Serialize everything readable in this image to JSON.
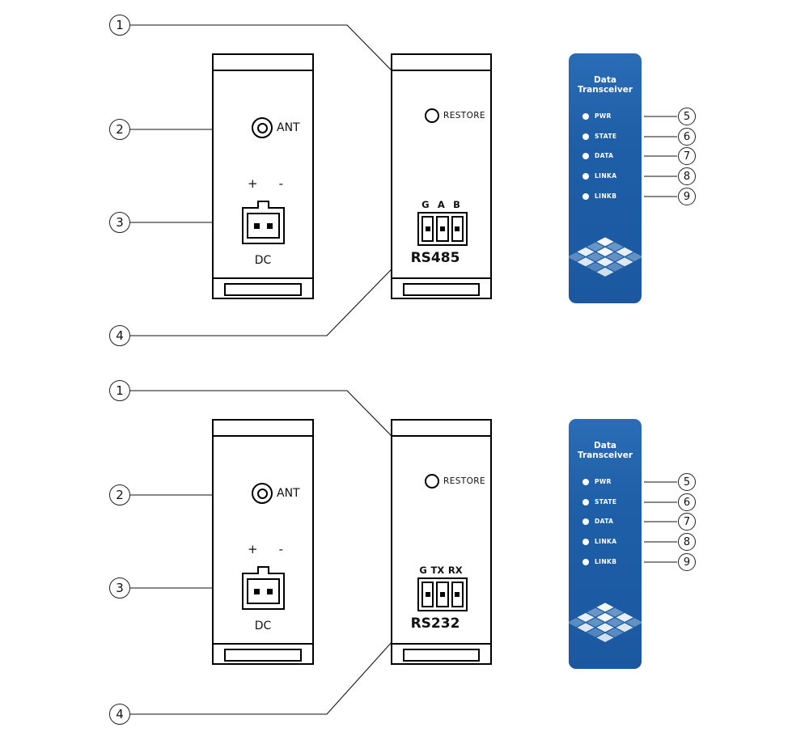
{
  "colors": {
    "panel_blue": "#1e5fa8",
    "line": "#111111",
    "led": "#ffffff"
  },
  "sections": [
    {
      "callouts_left": [
        "1",
        "2",
        "3",
        "4"
      ],
      "callouts_right": [
        "5",
        "6",
        "7",
        "8",
        "9"
      ],
      "left_device": {
        "ant": "ANT",
        "plus": "+",
        "minus": "-",
        "dc": "DC"
      },
      "middle_device": {
        "restore": "RESTORE",
        "terminals": [
          "G",
          "A",
          "B"
        ],
        "port": "RS485"
      },
      "panel": {
        "title": "Data Transceiver",
        "leds": [
          "PWR",
          "STATE",
          "DATA",
          "LINKA",
          "LINKB"
        ]
      }
    },
    {
      "callouts_left": [
        "1",
        "2",
        "3",
        "4"
      ],
      "callouts_right": [
        "5",
        "6",
        "7",
        "8",
        "9"
      ],
      "left_device": {
        "ant": "ANT",
        "plus": "+",
        "minus": "-",
        "dc": "DC"
      },
      "middle_device": {
        "restore": "RESTORE",
        "terminals": [
          "G",
          "TX",
          "RX"
        ],
        "port": "RS232"
      },
      "panel": {
        "title": "Data Transceiver",
        "leds": [
          "PWR",
          "STATE",
          "DATA",
          "LINKA",
          "LINKB"
        ]
      }
    }
  ]
}
